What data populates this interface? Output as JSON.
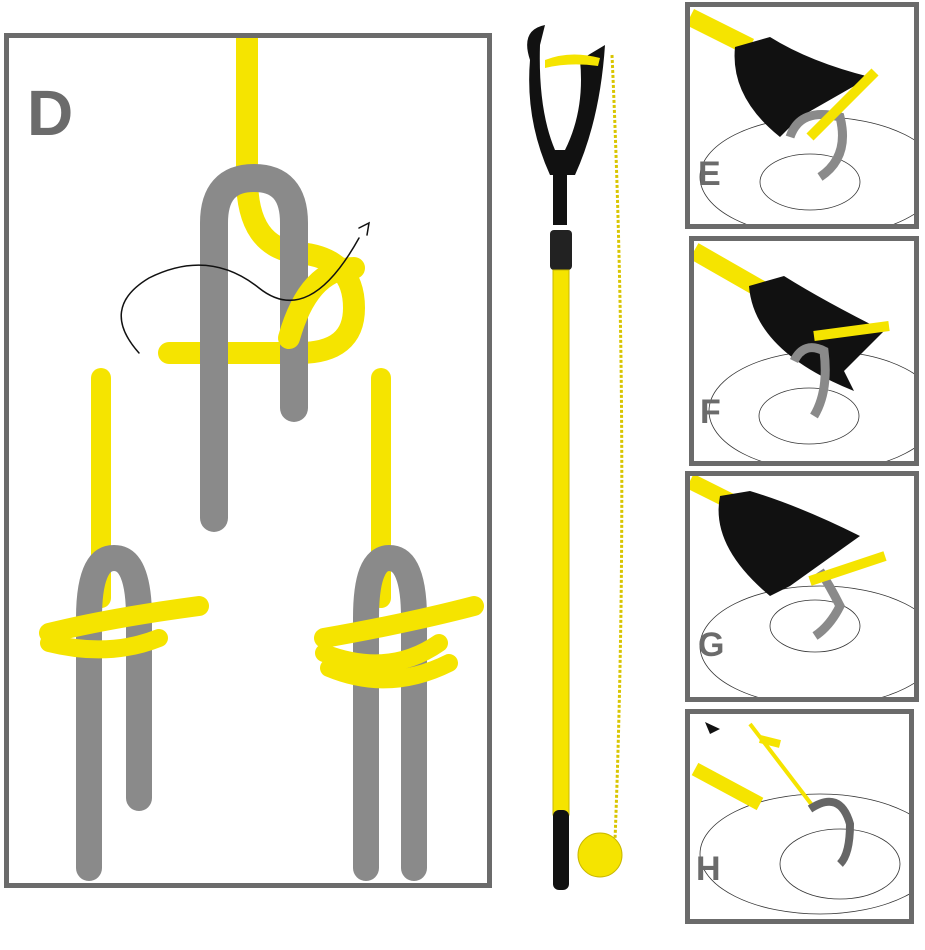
{
  "panels": {
    "d": {
      "label": "D"
    },
    "e": {
      "label": "E"
    },
    "f": {
      "label": "F"
    },
    "g": {
      "label": "G"
    },
    "h": {
      "label": "H"
    }
  },
  "colors": {
    "rope_yellow": "#f5e400",
    "rope_gray": "#8a8a8a",
    "frame_gray": "#6b6b6b",
    "hook_black": "#111111",
    "stitch_red": "#d2452f"
  }
}
